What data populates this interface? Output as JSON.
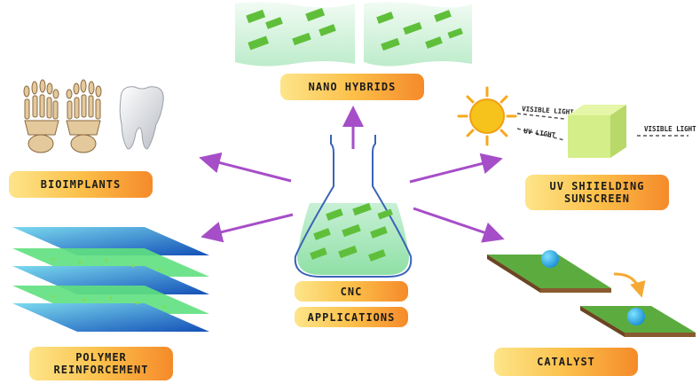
{
  "labels": {
    "nano_hybrids": "NANO HYBRIDS",
    "bioimplants": "BIOIMPLANTS",
    "uv_line1": "UV SHIIELDING",
    "uv_line2": "SUNSCREEN",
    "cnc": "CNC",
    "applications": "APPLICATIONS",
    "polymer_line1": "POLYMER",
    "polymer_line2": "REINFORCEMENT",
    "catalyst": "CATALYST"
  },
  "uv_diagram": {
    "visible_light_in": "VISIBLE LIGHT",
    "uv_light": "UV LIGHT",
    "visible_light_out": "VISIBLE LIGHT"
  },
  "colors": {
    "arrow": "#a64ec8",
    "label_gradient_start": "#fde58a",
    "label_gradient_end": "#f58a2a",
    "crystal_green": "#5fbf3a",
    "sheet_blue": "#1f6fd0",
    "sheet_green": "#6ee07a",
    "cube": "#d4ee8a",
    "catalyst_top": "#5cab3f",
    "catalyst_edge": "#8a5a2f",
    "sun": "#f6c21c",
    "catalyst_arrow": "#f5a934"
  },
  "icons": {
    "foot_bones": "foot-bones-icon",
    "tooth": "tooth-icon",
    "sun": "sun-icon",
    "cube": "cube-icon",
    "flask": "erlenmeyer-flask-icon",
    "curved_arrow": "curved-arrow-icon"
  }
}
